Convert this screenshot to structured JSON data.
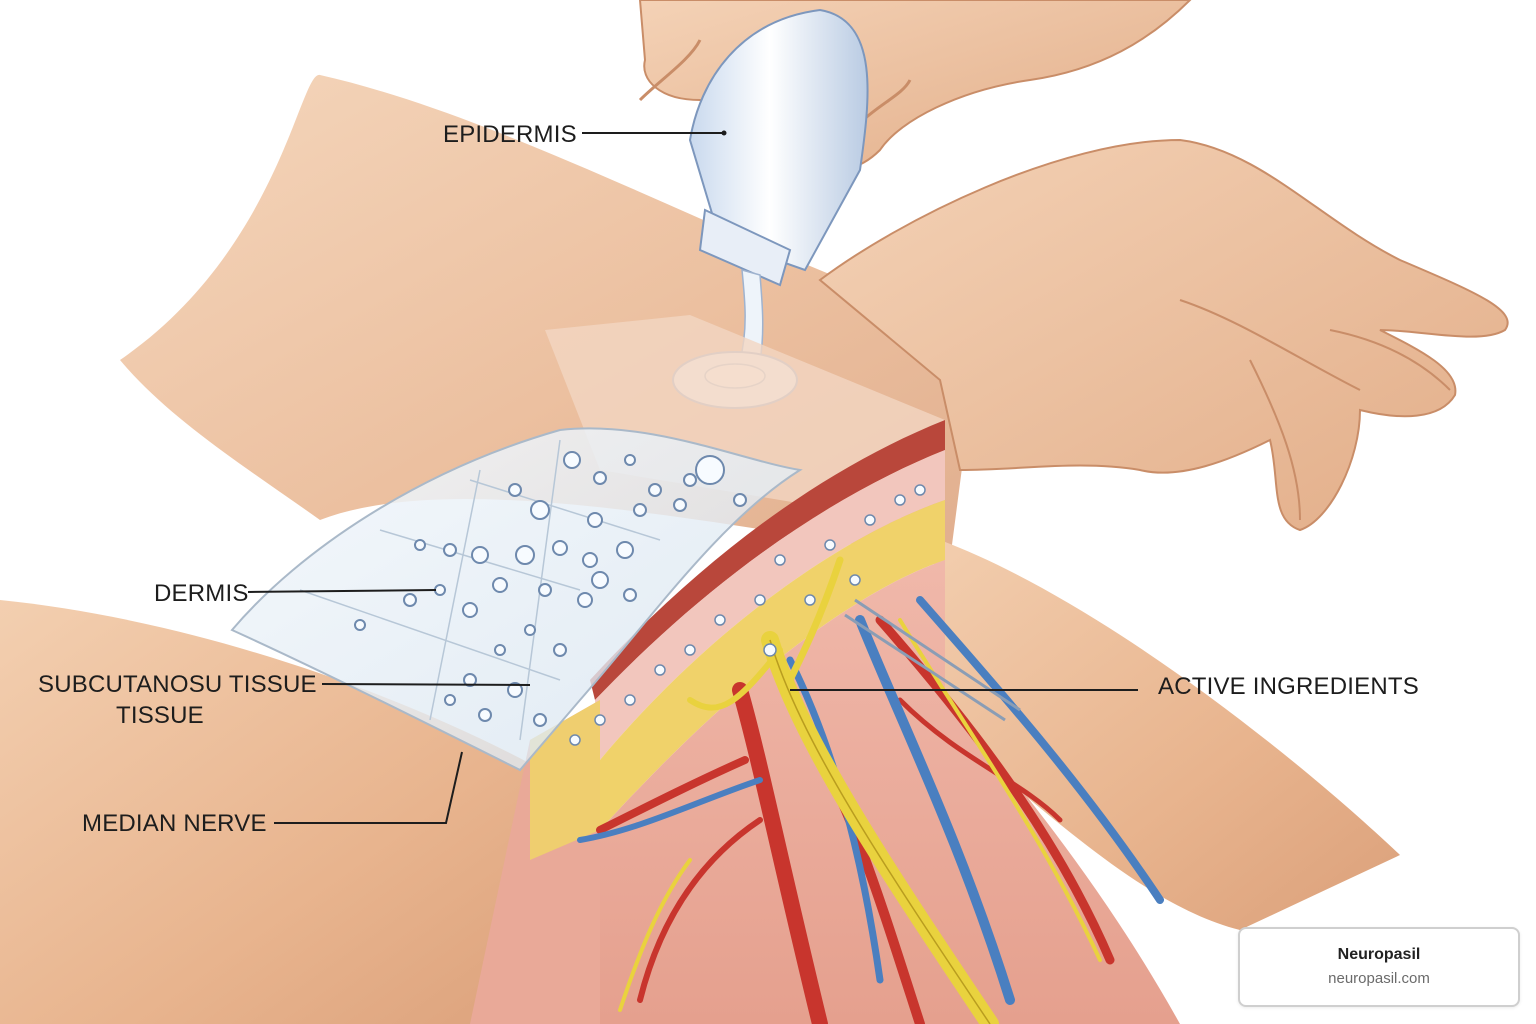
{
  "labels": {
    "epidermis": "EPIDERMIS",
    "dermis": "DERMIS",
    "subcutaneous_line1": "SUBCUTANOSU TISSUE",
    "subcutaneous_line2": "TISSUE",
    "median_nerve": "MEDIAN NERVE",
    "active_ingredients": "ACTIVE INGREDIENTS"
  },
  "badge": {
    "brand": "Neuropasil",
    "url": "neuropasil.com"
  },
  "colors": {
    "skin": "#efc2a0",
    "skin_shadow": "#d99a72",
    "artery": "#c8352d",
    "vein": "#4a7fc0",
    "nerve": "#e9d23e",
    "patch": "#dfeaf3",
    "leader_line": "#1d1d1d"
  }
}
